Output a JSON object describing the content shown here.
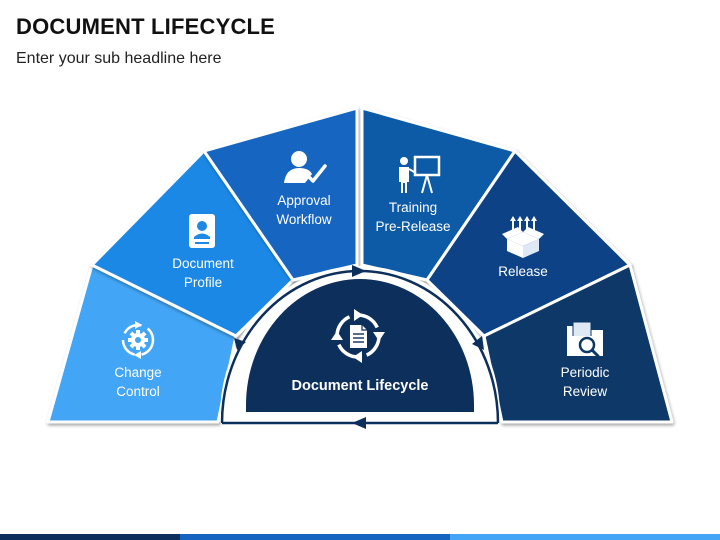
{
  "header": {
    "title": "DOCUMENT LIFECYCLE",
    "subtitle": "Enter your sub headline here"
  },
  "center": {
    "label": "Document Lifecycle",
    "icon": "document-cycle-icon"
  },
  "segments": [
    {
      "line1": "Change",
      "line2": "Control",
      "icon": "gear-cycle-icon",
      "color": "#42A5F5"
    },
    {
      "line1": "Document",
      "line2": "Profile",
      "icon": "id-card-icon",
      "color": "#1E88E5"
    },
    {
      "line1": "Approval",
      "line2": "Workflow",
      "icon": "user-check-icon",
      "color": "#1565C0"
    },
    {
      "line1": "Training",
      "line2": "Pre-Release",
      "icon": "presentation-board-icon",
      "color": "#0D5AA7"
    },
    {
      "line1": "Release",
      "line2": "",
      "icon": "box-release-icon",
      "color": "#0A4286"
    },
    {
      "line1": "Periodic",
      "line2": "Review",
      "icon": "folder-search-icon",
      "color": "#0B3767"
    }
  ],
  "colors": {
    "center_fill": "#0D2F5C",
    "ring": "#0D2F5C",
    "bottom_bar": [
      "#0D2F5C",
      "#1565C0",
      "#42A5F5"
    ]
  }
}
